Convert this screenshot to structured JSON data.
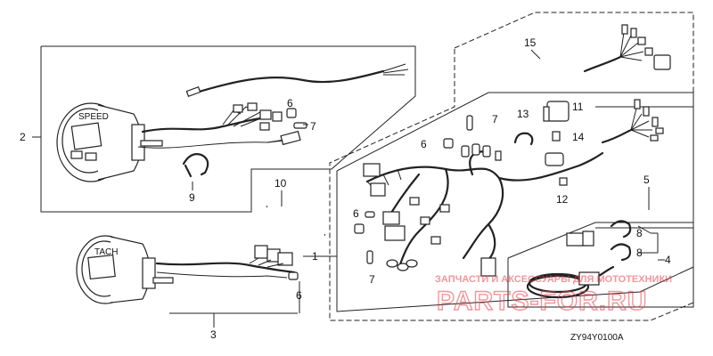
{
  "callouts": {
    "c1": "1",
    "c2": "2",
    "c3": "3",
    "c4": "4",
    "c5": "5",
    "c6a": "6",
    "c6b": "6",
    "c6c": "6",
    "c6d": "6",
    "c7a": "7",
    "c7b": "7",
    "c7c": "7",
    "c8a": "8",
    "c8b": "8",
    "c9": "9",
    "c10": "10",
    "c11": "11",
    "c12": "12",
    "c13": "13",
    "c14": "14",
    "c15": "15"
  },
  "gauges": {
    "speed_label": "SPEED",
    "tach_label": "TACH"
  },
  "diagram_code": "ZY94Y0100A",
  "watermark": {
    "line1": "ЗАПЧАСТИ И АКСЕССУАРЫ ДЛЯ МОТОТЕХНИКИ",
    "line2": "PARTS-FOR.RU",
    "color": "#e8404a"
  }
}
